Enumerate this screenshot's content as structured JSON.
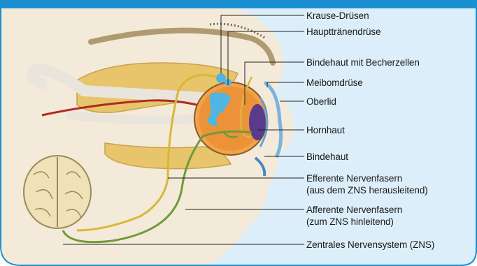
{
  "labels": {
    "krause": "Krause-Drüsen",
    "haupttraenen": "Haupttränendrüse",
    "bindehaut_becher": "Bindehaut mit Becherzellen",
    "meibom": "Meibomdrüse",
    "oberlid": "Oberlid",
    "hornhaut": "Hornhaut",
    "bindehaut": "Bindehaut",
    "efferent_1": "Efferente Nervenfasern",
    "efferent_2": "(aus dem ZNS herausleitend)",
    "afferent_1": "Afferente Nervenfasern",
    "afferent_2": "(zum ZNS hinleitend)",
    "zns": "Zentrales Nervensystem (ZNS)"
  },
  "colors": {
    "frame_blue": "#1a8fd1",
    "panel_blue": "#dceef9",
    "skin_beige": "#f3ead9",
    "efferent_nerve": "#d9b73a",
    "afferent_nerve": "#6f9a3c",
    "gland_blue": "#4fb6e3"
  }
}
